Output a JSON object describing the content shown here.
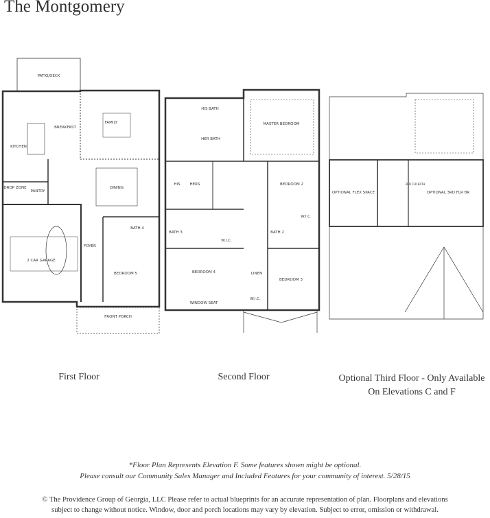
{
  "title": "The Montgomery",
  "floors": {
    "first": {
      "caption": "First Floor",
      "rooms": {
        "deck": "PATIO/DECK",
        "kitchen": "KITCHEN",
        "breakfast": "BREAKFAST",
        "family": "FAMILY",
        "dining": "DINING",
        "drop_zone": "DROP ZONE",
        "pantry": "PANTRY",
        "foyer": "FOYER",
        "garage": "2 CAR GARAGE",
        "bath4": "BATH 4",
        "bedroom5": "BEDROOM 5",
        "porch": "FRONT PORCH"
      }
    },
    "second": {
      "caption": "Second Floor",
      "rooms": {
        "his_bath": "HIS BATH",
        "her_bath": "HER BATH",
        "master": "MASTER BEDROOM",
        "his": "HIS",
        "hers": "HERS",
        "bath3": "BATH 3",
        "wic_a": "W.I.C.",
        "bedroom4": "BEDROOM 4",
        "window_seat": "WINDOW SEAT",
        "bedroom2": "BEDROOM 2",
        "wic_b": "W.I.C.",
        "bath2": "BATH 2",
        "linen": "LINEN",
        "wic_c": "W.I.C.",
        "bedroom3": "BEDROOM 3"
      }
    },
    "third": {
      "caption_line1": "Optional Third Floor - Only Available",
      "caption_line2": "On Elevations C and F",
      "rooms": {
        "flex": "OPTIONAL FLEX SPACE",
        "bed": "OPTIONAL 3RD FLR BR",
        "bath": "3RD FLR BATH"
      }
    }
  },
  "notes": {
    "line1": "*Floor Plan Represents Elevation F. Some features shown might be optional.",
    "line2": "Please consult our Community Sales Manager and Included Features for your community of interest. 5/28/15"
  },
  "legal": {
    "line1": "© The Providence Group of Georgia, LLC Please refer to actual blueprints for an accurate representation of plan. Floorplans and elevations",
    "line2": "subject to change without notice. Window, door and porch locations may vary by elevation. Subject to error, omission or withdrawal."
  }
}
